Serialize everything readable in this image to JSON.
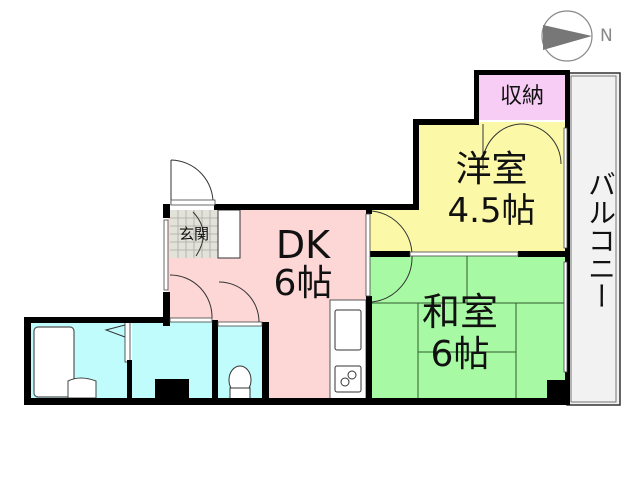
{
  "compass": {
    "label": "N",
    "icon": "north-arrow-icon"
  },
  "colors": {
    "dk": "#fdd6d6",
    "western_room": "#fbf9a8",
    "japanese_room": "#a8f9a4",
    "storage": "#f8cdf5",
    "wet_area": "#c0fcfc",
    "balcony": "#f2f2f2",
    "entrance": "#e2e2d8",
    "wall": "#000000"
  },
  "rooms": {
    "storage": {
      "label": "収納"
    },
    "western": {
      "name": "洋室",
      "size": "4.5帖"
    },
    "dk": {
      "name": "DK",
      "size": "6帖"
    },
    "japanese": {
      "name": "和室",
      "size": "6帖"
    },
    "entrance": {
      "label": "玄関"
    },
    "balcony": {
      "label": "バルコニー"
    }
  }
}
